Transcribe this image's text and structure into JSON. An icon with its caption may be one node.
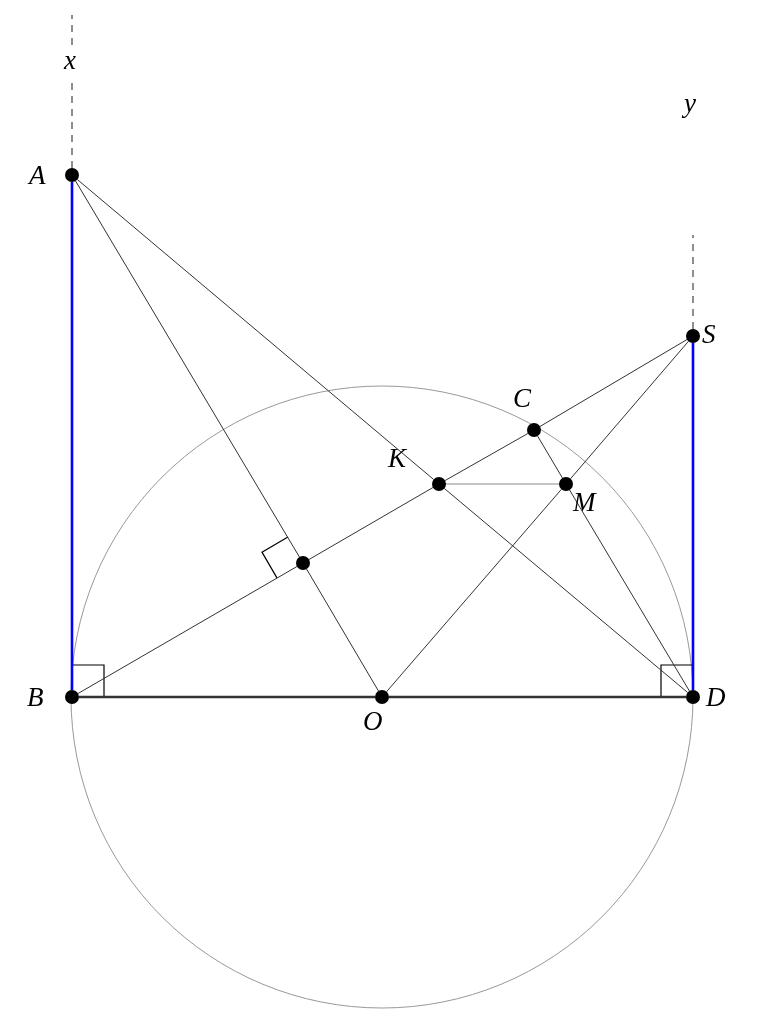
{
  "diagram": {
    "nodes": [
      {
        "text": [
          "A"
        ]
      },
      {
        "text": [
          "B"
        ]
      },
      {
        "text": [
          "O"
        ]
      },
      {
        "text": [
          "D"
        ]
      },
      {
        "text": [
          "S"
        ]
      },
      {
        "text": [
          "C"
        ]
      },
      {
        "text": [
          "K"
        ]
      },
      {
        "text": [
          "M"
        ]
      },
      {
        "text": [],
        "shape": "circle"
      }
    ],
    "edges": [
      {
        "from": 0,
        "to": 1,
        "arrow": "none",
        "style": "thick",
        "color": "#0000ff"
      },
      {
        "from": 3,
        "to": 4,
        "arrow": "none",
        "style": "thick",
        "color": "#0000ff"
      },
      {
        "from": 1,
        "to": 2,
        "arrow": "none",
        "style": "thick"
      },
      {
        "from": 2,
        "to": 3,
        "arrow": "none",
        "style": "thick"
      },
      {
        "from": 0,
        "to": 6,
        "arrow": "none"
      },
      {
        "from": 6,
        "to": 3,
        "arrow": "none"
      },
      {
        "from": 0,
        "to": 8,
        "arrow": "none"
      },
      {
        "from": 8,
        "to": 2,
        "arrow": "none"
      },
      {
        "from": 1,
        "to": 8,
        "arrow": "none"
      },
      {
        "from": 8,
        "to": 6,
        "arrow": "none"
      },
      {
        "from": 6,
        "to": 5,
        "arrow": "none"
      },
      {
        "from": 5,
        "to": 4,
        "arrow": "none"
      },
      {
        "from": 6,
        "to": 7,
        "arrow": "none",
        "color": "#888888"
      },
      {
        "from": 5,
        "to": 7,
        "arrow": "none"
      },
      {
        "from": 7,
        "to": 3,
        "arrow": "none"
      },
      {
        "from": 2,
        "to": 7,
        "arrow": "none"
      },
      {
        "from": 7,
        "to": 4,
        "arrow": "none"
      },
      {
        "from": 0,
        "to": null,
        "arrow": "none",
        "style": "dashed"
      },
      {
        "from": 4,
        "to": null,
        "arrow": "none",
        "style": "dashed"
      }
    ],
    "labels": [
      "x",
      "y"
    ]
  }
}
